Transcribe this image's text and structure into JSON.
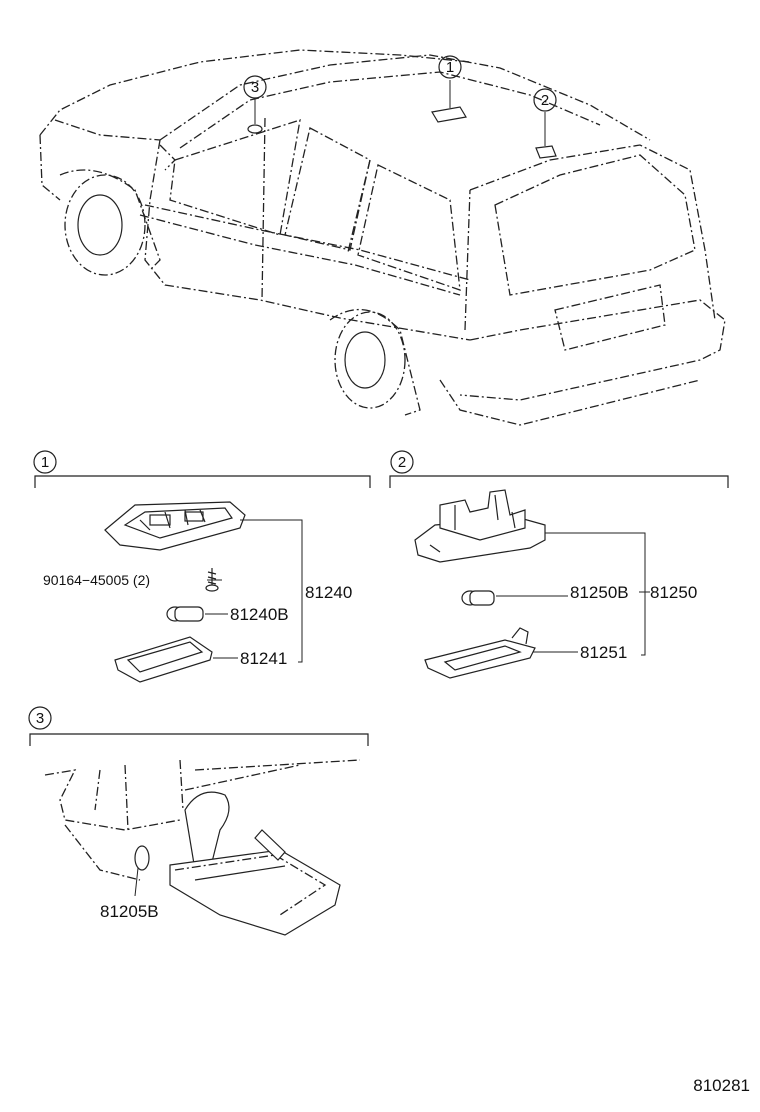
{
  "callouts": {
    "c1": "1",
    "c2": "2",
    "c3": "3"
  },
  "sections": {
    "s1": {
      "number": "1",
      "parts": {
        "screw": "90164−45005 (2)",
        "bulb": "81240B",
        "assembly": "81240",
        "lens": "81241"
      }
    },
    "s2": {
      "number": "2",
      "parts": {
        "bulb": "81250B",
        "assembly": "81250",
        "lens": "81251"
      }
    },
    "s3": {
      "number": "3",
      "parts": {
        "bulb": "81205B"
      }
    }
  },
  "figure_code": "810281"
}
